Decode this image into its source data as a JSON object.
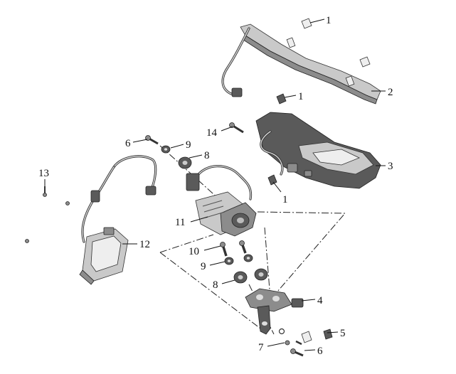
{
  "callouts": [
    {
      "id": "c1a",
      "label": "1"
    },
    {
      "id": "c2",
      "label": "2"
    },
    {
      "id": "c1b",
      "label": "1"
    },
    {
      "id": "c14",
      "label": "14"
    },
    {
      "id": "c6a",
      "label": "6"
    },
    {
      "id": "c9a",
      "label": "9"
    },
    {
      "id": "c8a",
      "label": "8"
    },
    {
      "id": "c3",
      "label": "3"
    },
    {
      "id": "c13",
      "label": "13"
    },
    {
      "id": "c1c",
      "label": "1"
    },
    {
      "id": "c11",
      "label": "11"
    },
    {
      "id": "c12",
      "label": "12"
    },
    {
      "id": "c10",
      "label": "10"
    },
    {
      "id": "c9b",
      "label": "9"
    },
    {
      "id": "c8b",
      "label": "8"
    },
    {
      "id": "c4",
      "label": "4"
    },
    {
      "id": "c5",
      "label": "5"
    },
    {
      "id": "c7",
      "label": "7"
    },
    {
      "id": "c6b",
      "label": "6"
    }
  ]
}
